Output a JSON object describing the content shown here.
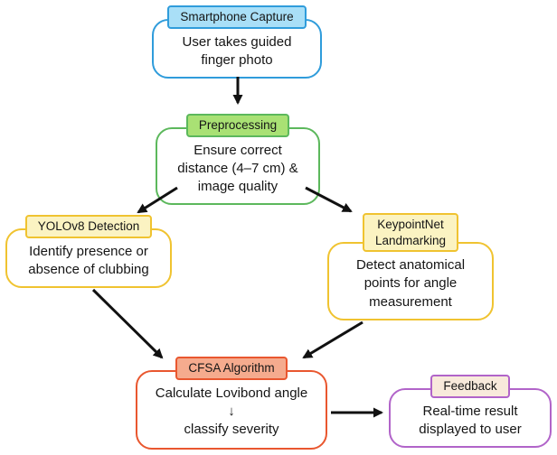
{
  "diagram": {
    "arrow_color": "#111111",
    "nodes": {
      "smartphone": {
        "title": "Smartphone Capture",
        "body": "User takes guided\nfinger photo",
        "accent": "#2F9CDB",
        "header_bg": "#A9DFF7"
      },
      "preprocessing": {
        "title": "Preprocessing",
        "body": "Ensure correct\ndistance (4–7 cm) &\nimage quality",
        "accent": "#5CB85C",
        "header_bg": "#A9E174"
      },
      "yolov8": {
        "title": "YOLOv8 Detection",
        "body": "Identify presence or\nabsence of clubbing",
        "accent": "#F0C330",
        "header_bg": "#FBF3C2"
      },
      "keypointnet": {
        "title": "KeypointNet\nLandmarking",
        "body": "Detect anatomical\npoints for angle\nmeasurement",
        "accent": "#F0C330",
        "header_bg": "#FBF3C2"
      },
      "cfsa": {
        "title": "CFSA Algorithm",
        "body": "Calculate Lovibond angle\n↓\nclassify severity",
        "accent": "#E9572F",
        "header_bg": "#F5AB8E"
      },
      "feedback": {
        "title": "Feedback",
        "body": "Real-time result\ndisplayed to user",
        "accent": "#B164C9",
        "header_bg": "#F8EADB"
      }
    }
  }
}
